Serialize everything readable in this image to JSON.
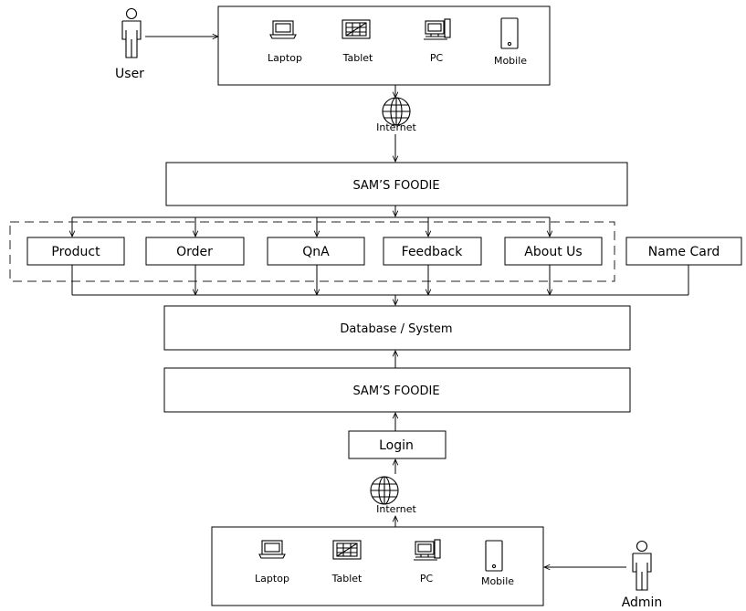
{
  "devices": {
    "laptop": "Laptop",
    "tablet": "Tablet",
    "pc": "PC",
    "mobile": "Mobile"
  },
  "actors": {
    "user": "User",
    "admin": "Admin"
  },
  "internet": "Internet",
  "app_name": "SAM’S FOODIE",
  "modules": [
    "Product",
    "Order",
    "QnA",
    "Feedback",
    "About Us"
  ],
  "name_card": "Name Card",
  "database": "Database / System",
  "login": "Login"
}
